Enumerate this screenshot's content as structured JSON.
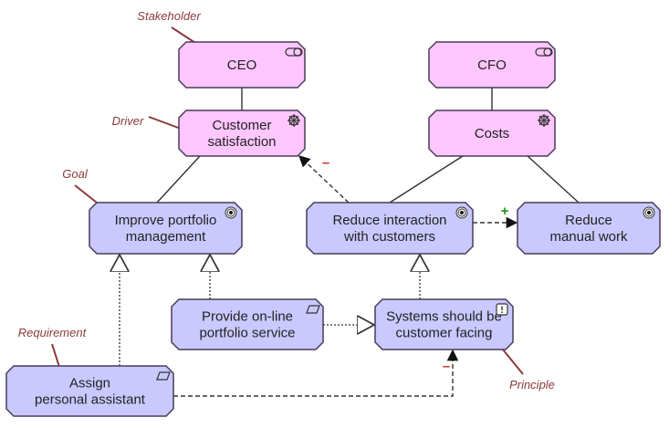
{
  "colors": {
    "motivation_pink": "#ffc6ff",
    "goal_lilac": "#c9c9ff",
    "node_border": "#4a3a5a",
    "annotation": "#8b3a3a",
    "minus_sign": "#c0392b",
    "plus_sign": "#1a9a1a",
    "edge": "#333333"
  },
  "nodes": [
    {
      "id": "ceo",
      "kind": "stakeholder",
      "lines": [
        "CEO"
      ],
      "icon": "stakeholder-icon"
    },
    {
      "id": "cfo",
      "kind": "stakeholder",
      "lines": [
        "CFO"
      ],
      "icon": "stakeholder-icon"
    },
    {
      "id": "cust_sat",
      "kind": "driver",
      "lines": [
        "Customer",
        "satisfaction"
      ],
      "icon": "driver-icon"
    },
    {
      "id": "costs",
      "kind": "driver",
      "lines": [
        "Costs"
      ],
      "icon": "driver-icon"
    },
    {
      "id": "improve",
      "kind": "goal",
      "lines": [
        "Improve portfolio",
        "management"
      ],
      "icon": "goal-icon"
    },
    {
      "id": "reduce_int",
      "kind": "goal",
      "lines": [
        "Reduce interaction",
        "with customers"
      ],
      "icon": "goal-icon"
    },
    {
      "id": "reduce_manual",
      "kind": "goal",
      "lines": [
        "Reduce",
        "manual work"
      ],
      "icon": "goal-icon"
    },
    {
      "id": "online",
      "kind": "requirement",
      "lines": [
        "Provide on-line",
        "portfolio service"
      ],
      "icon": "requirement-icon"
    },
    {
      "id": "systems",
      "kind": "principle",
      "lines": [
        "Systems should be",
        "customer facing"
      ],
      "icon": "principle-icon"
    },
    {
      "id": "assign",
      "kind": "requirement",
      "lines": [
        "Assign",
        "personal assistant"
      ],
      "icon": "requirement-icon"
    }
  ],
  "edges": [
    {
      "from": "ceo",
      "to": "cust_sat",
      "type": "association"
    },
    {
      "from": "cfo",
      "to": "costs",
      "type": "association"
    },
    {
      "from": "cust_sat",
      "to": "improve",
      "type": "association"
    },
    {
      "from": "costs",
      "to": "reduce_int",
      "type": "association"
    },
    {
      "from": "costs",
      "to": "reduce_manual",
      "type": "association"
    },
    {
      "from": "reduce_int",
      "to": "cust_sat",
      "type": "influence",
      "sign": "–"
    },
    {
      "from": "reduce_int",
      "to": "reduce_manual",
      "type": "influence",
      "sign": "+"
    },
    {
      "from": "assign",
      "to": "improve",
      "type": "realization"
    },
    {
      "from": "online",
      "to": "improve",
      "type": "realization"
    },
    {
      "from": "online",
      "to": "systems",
      "type": "realization"
    },
    {
      "from": "systems",
      "to": "reduce_int",
      "type": "realization"
    },
    {
      "from": "assign",
      "to": "systems",
      "type": "influence",
      "sign": "–"
    }
  ],
  "annotations": [
    {
      "id": "stakeholder",
      "text": "Stakeholder"
    },
    {
      "id": "driver",
      "text": "Driver"
    },
    {
      "id": "goal",
      "text": "Goal"
    },
    {
      "id": "requirement",
      "text": "Requirement"
    },
    {
      "id": "principle",
      "text": "Principle"
    }
  ]
}
